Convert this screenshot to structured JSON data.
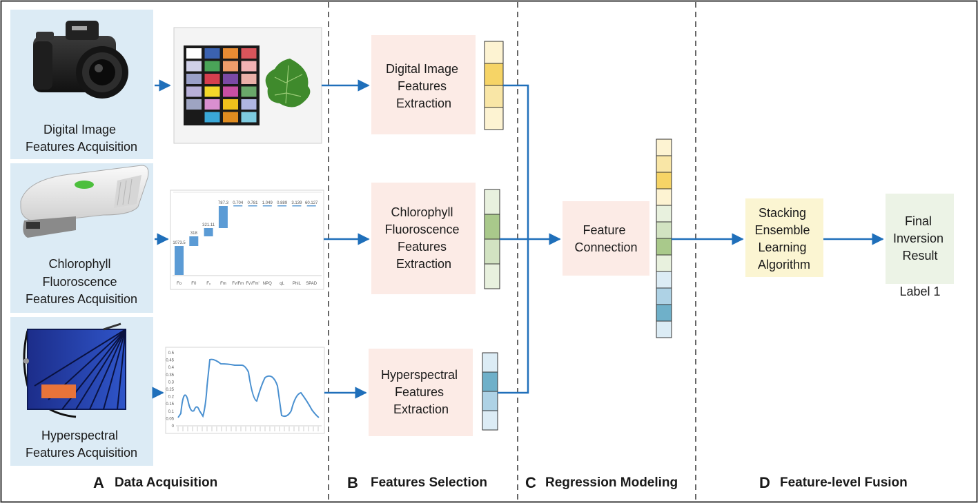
{
  "sections": {
    "a": {
      "letter": "A",
      "title": "Data Acquisition"
    },
    "b": {
      "letter": "B",
      "title": "Features Selection"
    },
    "c": {
      "letter": "C",
      "title": "Regression Modeling"
    },
    "d": {
      "letter": "D",
      "title": "Feature-level Fusion"
    }
  },
  "acquisition": {
    "digital": [
      "Digital Image",
      "Features Acquisition"
    ],
    "chlorophyll": [
      "Chlorophyll",
      "Fluoroscence",
      "Features Acquisition"
    ],
    "hyperspectral": [
      "Hyperspectral",
      "Features Acquisition"
    ]
  },
  "extraction": {
    "digital": [
      "Digital Image",
      "Features",
      "Extraction"
    ],
    "chlorophyll": [
      "Chlorophyll",
      "Fluoroscence",
      "Features",
      "Extraction"
    ],
    "hyperspectral": [
      "Hyperspectral",
      "Features",
      "Extraction"
    ]
  },
  "connection": [
    "Feature",
    "Connection"
  ],
  "stacking": [
    "Stacking",
    "Ensemble",
    "Learning",
    "Algorithm"
  ],
  "final": {
    "lines": [
      "Final",
      "Inversion",
      "Result"
    ],
    "label": "Label 1"
  },
  "fluorescence_chart": {
    "bar_values": [
      "1073.5",
      "318",
      "321.11",
      "787.3",
      "0.704",
      "0.781",
      "1.049",
      "0.889",
      "3.139",
      "60.127"
    ],
    "categories": [
      "Fo",
      "F0",
      "Fᵥ",
      "Fm",
      "Fv/Fm",
      "Fv'/Fm'",
      "NPQ",
      "qL",
      "PhiL",
      "SPAD"
    ]
  },
  "spectrum_chart": {
    "y_ticks": [
      "0.5",
      "0.45",
      "0.4",
      "0.35",
      "0.3",
      "0.25",
      "0.2",
      "0.15",
      "0.1",
      "0.05",
      "0"
    ]
  },
  "colors": {
    "acq_panel": "#dcebf5",
    "extract_box": "#fcebe6",
    "connection_box": "#fcebe6",
    "stacking_box": "#fbf5d2",
    "final_box": "#ecf3e6",
    "arrow": "#1f6fba",
    "yellow_vector": "#f6d466",
    "green_vector": "#a9c98b",
    "blue_vector": "#6fb0c9"
  }
}
